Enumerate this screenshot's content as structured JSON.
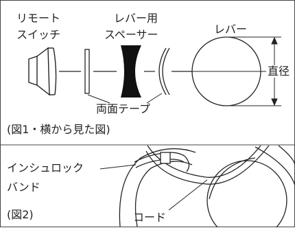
{
  "figure1": {
    "remote_label_line1": "リモート",
    "remote_label_line2": "スイッチ",
    "spacer_label_line1": "レバー用",
    "spacer_label_line2": "スペーサー",
    "lever_label": "レバー",
    "diameter_label": "直径",
    "tape_label": "両面テープ",
    "caption": "(図1・横から見た図)"
  },
  "figure2": {
    "band_label_line1": "インシュロック",
    "band_label_line2": "バンド",
    "cord_label": "コード",
    "caption": "(図2)"
  }
}
